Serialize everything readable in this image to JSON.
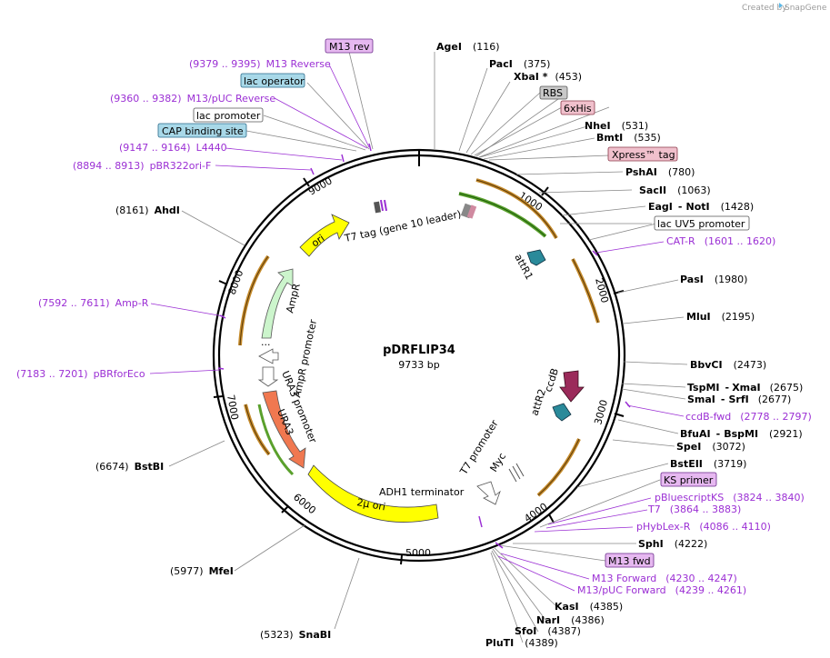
{
  "credit": {
    "created_by": "Created by",
    "app": "SnapGene"
  },
  "plasmid": {
    "name": "pDRFLIP34",
    "size": "9733 bp"
  },
  "ticks": [
    "1000",
    "2000",
    "3000",
    "4000",
    "5000",
    "6000",
    "7000",
    "8000",
    "9000"
  ],
  "enzymes": [
    {
      "name": "AgeI",
      "pos": "(116)"
    },
    {
      "name": "PacI",
      "pos": "(375)"
    },
    {
      "name": "XbaI *",
      "pos": "(453)"
    },
    {
      "name": "NheI",
      "pos": "(531)"
    },
    {
      "name": "BmtI",
      "pos": "(535)"
    },
    {
      "name": "PshAI",
      "pos": "(780)"
    },
    {
      "name": "SacII",
      "pos": "(1063)"
    },
    {
      "name": "EagI",
      "name2": "NotI",
      "pos": "(1428)"
    },
    {
      "name": "PasI",
      "pos": "(1980)"
    },
    {
      "name": "MluI",
      "pos": "(2195)"
    },
    {
      "name": "BbvCI",
      "pos": "(2473)"
    },
    {
      "name": "TspMI",
      "name2": "XmaI",
      "pos": "(2675)"
    },
    {
      "name": "SmaI",
      "name2": "SrfI",
      "pos": "(2677)"
    },
    {
      "name": "BfuAI",
      "name2": "BspMI",
      "pos": "(2921)"
    },
    {
      "name": "SpeI",
      "pos": "(3072)"
    },
    {
      "name": "BstEII",
      "pos": "(3719)"
    },
    {
      "name": "SphI",
      "pos": "(4222)"
    },
    {
      "name": "KasI",
      "pos": "(4385)"
    },
    {
      "name": "NarI",
      "pos": "(4386)"
    },
    {
      "name": "SfoI",
      "pos": "(4387)"
    },
    {
      "name": "PluTI",
      "pos": "(4389)"
    },
    {
      "name": "SnaBI",
      "pos": "(5323)"
    },
    {
      "name": "MfeI",
      "pos": "(5977)"
    },
    {
      "name": "BstBI",
      "pos": "(6674)"
    },
    {
      "name": "AhdI",
      "pos": "(8161)"
    }
  ],
  "primers": [
    {
      "name": "M13 Reverse",
      "pos": "(9379 .. 9395)"
    },
    {
      "name": "M13/pUC Reverse",
      "pos": "(9360 .. 9382)"
    },
    {
      "name": "L4440",
      "pos": "(9147 .. 9164)"
    },
    {
      "name": "pBR322ori-F",
      "pos": "(8894 .. 8913)"
    },
    {
      "name": "Amp-R",
      "pos": "(7592 .. 7611)"
    },
    {
      "name": "pBRforEco",
      "pos": "(7183 .. 7201)"
    },
    {
      "name": "CAT-R",
      "pos": "(1601 .. 1620)"
    },
    {
      "name": "ccdB-fwd",
      "pos": "(2778 .. 2797)"
    },
    {
      "name": "pBluescriptKS",
      "pos": "(3824 .. 3840)"
    },
    {
      "name": "T7",
      "pos": "(3864 .. 3883)"
    },
    {
      "name": "pHybLex-R",
      "pos": "(4086 .. 4110)"
    },
    {
      "name": "M13 Forward",
      "pos": "(4230 .. 4247)"
    },
    {
      "name": "M13/pUC Forward",
      "pos": "(4239 .. 4261)"
    }
  ],
  "boxes": {
    "m13rev": "M13 rev",
    "lac_operator": "lac operator",
    "lac_promoter": "lac promoter",
    "cap_site": "CAP binding site",
    "rbs": "RBS",
    "his": "6xHis",
    "xpress": "Xpress™ tag",
    "lacuv5": "lac UV5 promoter",
    "ks_primer": "KS primer",
    "m13fwd": "M13 fwd"
  },
  "features": {
    "t7tag": "T7 tag (gene 10 leader)",
    "attR1": "attR1",
    "attR2": "attR2",
    "ccdB": "ccdB",
    "ori": "ori",
    "AmpR": "AmpR",
    "AmpR_promoter": "AmpR promoter",
    "URA3_promoter": "URA3 promoter",
    "URA3": "URA3",
    "two_mu_ori": "2μ ori",
    "ADH1_terminator": "ADH1 terminator",
    "T7_promoter": "T7 promoter",
    "Myc": "Myc",
    "dots": "..."
  },
  "colors": {
    "primer": "#9b2fd4",
    "ori": "#ffff00",
    "ampr": "#ccf5cc",
    "ura3": "#f07850",
    "orange_outline": "#c58a2a",
    "green_outline": "#5aa02c",
    "attr": "#2a8a9a",
    "ccdb": "#9b2a5a"
  }
}
